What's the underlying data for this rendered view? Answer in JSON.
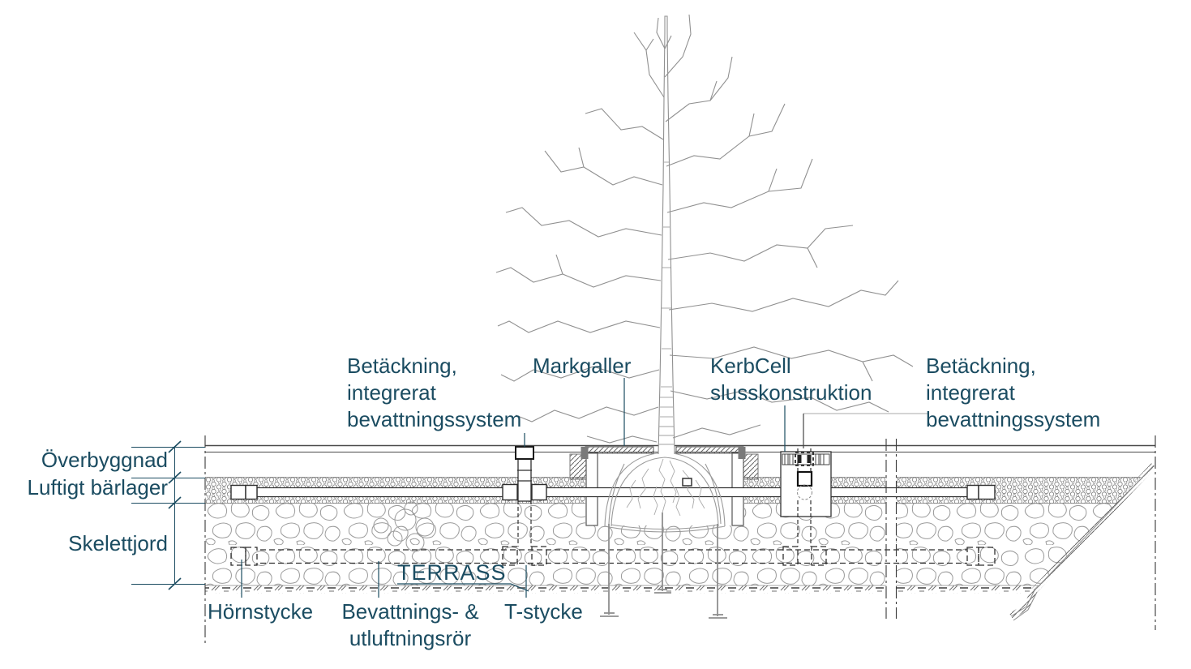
{
  "diagram": {
    "type": "technical-section",
    "subject": "Tree planting system cross-section (skeleton soil with integrated irrigation), Swedish labels",
    "callouts": {
      "betackning_left": {
        "line1": "Betäckning,",
        "line2": "integrerat",
        "line3": "bevattningssystem"
      },
      "markgaller": {
        "line1": "Markgaller"
      },
      "kerbcell": {
        "line1": "KerbCell",
        "line2": "slusskonstruktion"
      },
      "betackning_right": {
        "line1": "Betäckning,",
        "line2": "integrerat",
        "line3": "bevattningssystem"
      }
    },
    "layer_labels": {
      "overbyggnad": "Överbyggnad",
      "luftigt_barlager": "Luftigt bärlager",
      "skelettjord": "Skelettjord",
      "terrass": "TERRASS"
    },
    "part_labels": {
      "hornstycke": "Hörnstycke",
      "bevattnings_line1": "Bevattnings- &",
      "bevattnings_line2": "utluftningsrör",
      "t_stycke": "T-stycke"
    },
    "colors": {
      "label_text": "#1b4c61",
      "drawing_dark": "#2f2f2f",
      "drawing_gray": "#909090",
      "hatch_gray": "#6f6f6f",
      "background": "#ffffff"
    }
  }
}
